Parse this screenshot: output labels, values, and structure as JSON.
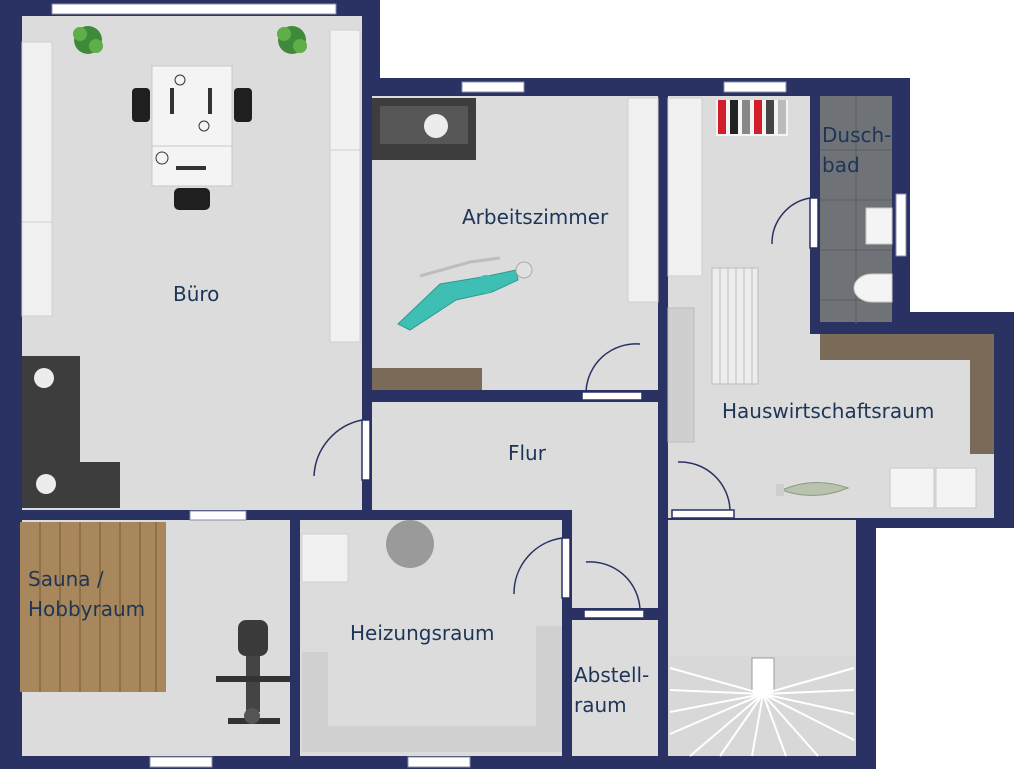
{
  "colors": {
    "wall": "#2a3263",
    "floor": "#dcdcdc",
    "floor_light": "#e6e6e6",
    "window": "#ffffff",
    "wood_sauna": "#a8875c",
    "wood_shelf": "#7a6a58",
    "shower_tile": "#6f7378",
    "furniture": "#f1f1f1",
    "sofa": "#3d3d3d",
    "dental_chair": "#3fbfb3",
    "label": "#1d3557"
  },
  "rooms": {
    "buero": {
      "label": "Büro"
    },
    "arbeitszimmer": {
      "label": "Arbeitszimmer"
    },
    "duschbad": {
      "line1": "Dusch-",
      "line2": "bad"
    },
    "hauswirtschaftsraum": {
      "label": "Hauswirtschaftsraum"
    },
    "flur": {
      "label": "Flur"
    },
    "sauna": {
      "line1": "Sauna /",
      "line2": "Hobbyraum"
    },
    "heizungsraum": {
      "label": "Heizungsraum"
    },
    "abstellraum": {
      "line1": "Abstell-",
      "line2": "raum"
    }
  }
}
